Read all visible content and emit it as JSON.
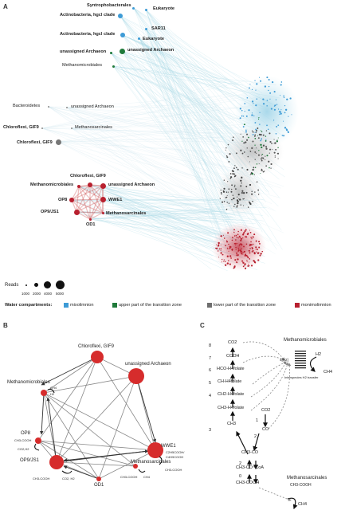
{
  "panel_a": {
    "letter": "A",
    "labels": {
      "syntrophobacterales": "Syntrophobacterales",
      "eukaryote1": "Eukaryote",
      "actino1": "Actinobacteria, hgcl clade",
      "actino2": "Actinobacteria, hgcl clade",
      "sar11": "SAR11",
      "eukaryote2": "Eukaryote",
      "unassigned_archaeon_1": "unassigned Archaeon",
      "unassigned_archaeon_2": "unassigned Archaeon",
      "methanomicrobiales_1": "Methanomicrobiales",
      "bacteroidetes": "Bacteroidetes",
      "unassigned_archaeon_3": "unassigned Archaeon",
      "chloroflexi_1": "Chloroflexi, GIF9",
      "methanosarcinales_1": "Methanosarcinales",
      "chloroflexi_2": "Chloroflexi, GIF9",
      "chloroflexi_3": "Chloroflexi, GIF9",
      "methanomicrobiales_2": "Methanomicrobiales",
      "unassigned_archaeon_4": "unassigned Archaeon",
      "op8": "OP8",
      "wwe1": "WWE1",
      "op9js1": "OP9/JS1",
      "methanosarcinales_2": "Methanosarcinales",
      "od1": "OD1"
    },
    "reads_legend": {
      "title": "Reads",
      "values": [
        "1000",
        "2000",
        "4000",
        "5000"
      ]
    },
    "water_compartments": {
      "title": "Water compartments:",
      "items": [
        {
          "label": "mixolimnion",
          "color": "#3d9bd6"
        },
        {
          "label": "upper part of the transition zone",
          "color": "#1f7a3a"
        },
        {
          "label": "lower part of the transition zone",
          "color": "#6e6e6e"
        },
        {
          "label": "monimolimnion",
          "color": "#b8202f"
        }
      ]
    }
  },
  "panel_b": {
    "letter": "B",
    "nodes": {
      "chloroflexi": "Chloroflexi, GIF9",
      "unassigned": "unassigned Archaeon",
      "methanomicrobiales": "Methanomicrobiales",
      "op8": "OP8",
      "wwe1": "WWE1",
      "op9js1": "OP9/JS1",
      "methanosarcinales": "Methanosarcinales",
      "od1": "OD1"
    },
    "annotations": {
      "mm_ch4": "CH4",
      "mm_h2": "H2",
      "op8_a": "CH3-COOH",
      "op8_b": "CO2,H2",
      "wwe1_a": "C2H5COOH/",
      "wwe1_b": "C4H9COOH",
      "wwe1_c": "CH3-COOH",
      "ms_a": "CH3-COOH",
      "ms_b": "CH4",
      "op9_a": "CH3-COOH",
      "op9_b": "CO2, H2"
    }
  },
  "panel_c": {
    "letter": "C",
    "methanomicrobiales": "Methanomicrobiales",
    "methanosarcinales": "Methanosarcinales",
    "h2_right": "H2",
    "ch4_right": "CH4",
    "interspecies": "Interspecies H2 transfer",
    "h_bracket": "4[H2]",
    "steps": [
      {
        "num": "8",
        "label": "CO2"
      },
      {
        "num": "7",
        "label": "COOH"
      },
      {
        "num": "6",
        "label": "HCO-H4folate"
      },
      {
        "num": "5",
        "label": "CH-H4folate"
      },
      {
        "num": "4",
        "label": "CH2-H4folate"
      },
      {
        "num": "",
        "label": "CH3-H4folate"
      },
      {
        "num": "3",
        "label": "CH3"
      }
    ],
    "co2_right": "CO2",
    "co_right": "CO",
    "num_1": "1",
    "num_2a": "2",
    "num_2b": "2",
    "ch3co": "CH3-CO",
    "ch3coscoa": "CH3-CO~CoA",
    "ch3cooh": "CH3-COOH",
    "num_0": "0",
    "ms_acetate": "CH3-COOH",
    "ch4_bottom": "CH4"
  }
}
